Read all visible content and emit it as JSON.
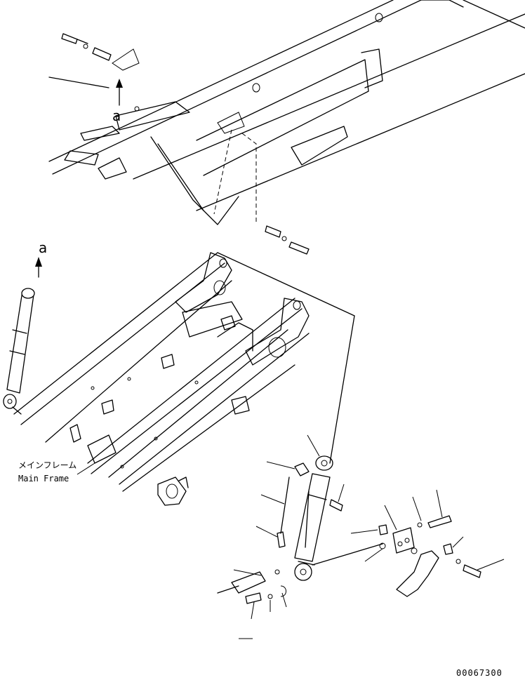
{
  "labels": {
    "main_frame_jp": "メインフレーム",
    "main_frame_en": "Main Frame",
    "ref_top": "a",
    "ref_left": "a",
    "drawing_number": "00067300"
  }
}
